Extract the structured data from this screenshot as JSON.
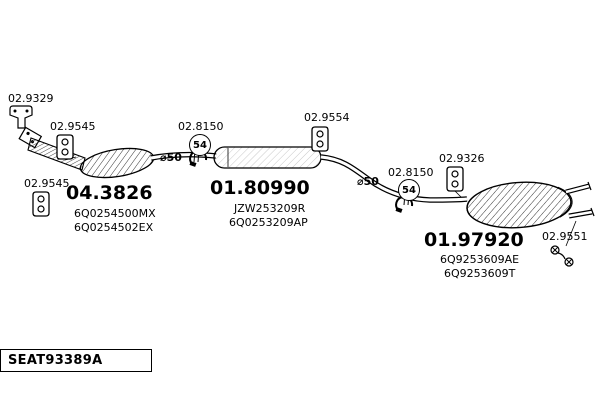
{
  "colors": {
    "ink": "#000000",
    "background": "#ffffff"
  },
  "footer": {
    "catalog_code": "SEAT93389A"
  },
  "callouts": {
    "front_bracket": "02.9329",
    "front_hanger_upper": "02.9545",
    "front_hanger_lower": "02.9545",
    "mid_clamp": "02.8150",
    "mid_clamp_size": "54",
    "mid_diameter": "⌀50",
    "mid_hanger": "02.9554",
    "rear_diameter": "⌀50",
    "rear_clamp": "02.8150",
    "rear_clamp_size": "54",
    "rear_hanger": "02.9326",
    "tail_bracket": "02.9551"
  },
  "parts": [
    {
      "number": "04.3826",
      "codes": [
        "6Q0254500MX",
        "6Q0254502EX"
      ]
    },
    {
      "number": "01.80990",
      "codes": [
        "JZW253209R",
        "6Q0253209AP"
      ]
    },
    {
      "number": "01.97920",
      "codes": [
        "6Q9253609AE",
        "6Q9253609T"
      ]
    }
  ],
  "icons": {
    "front_bracket": "mounting-bracket-icon",
    "hanger": "rubber-hanger-icon",
    "clamp": "pipe-clamp-icon",
    "tail_bracket": "screw-bracket-icon"
  }
}
